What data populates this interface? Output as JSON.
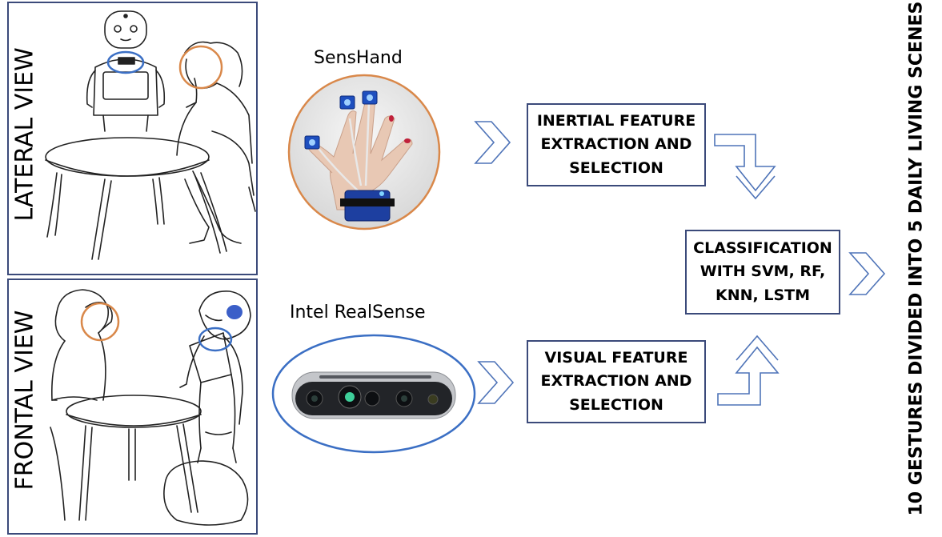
{
  "views": {
    "lateral": "LATERAL VIEW",
    "frontal": "FRONTAL VIEW"
  },
  "sensors": {
    "senshand": "SensHand",
    "realsense": "Intel RealSense"
  },
  "boxes": {
    "inertial": [
      "INERTIAL FEATURE",
      "EXTRACTION AND",
      "SELECTION"
    ],
    "classification": [
      "CLASSIFICATION",
      "WITH SVM, RF,",
      "KNN, LSTM"
    ],
    "visual": [
      "VISUAL FEATURE",
      "EXTRACTION AND",
      "SELECTION"
    ]
  },
  "side_title": "10 GESTURES DIVIDED INTO 5 DAILY LIVING SCENES",
  "colors": {
    "panel_border": "#3b4a7a",
    "highlight_orange": "#d9884a",
    "highlight_blue": "#3b6fc4",
    "arrow_blue": "#4f74b8",
    "led_blue": "#2a6cf0"
  }
}
